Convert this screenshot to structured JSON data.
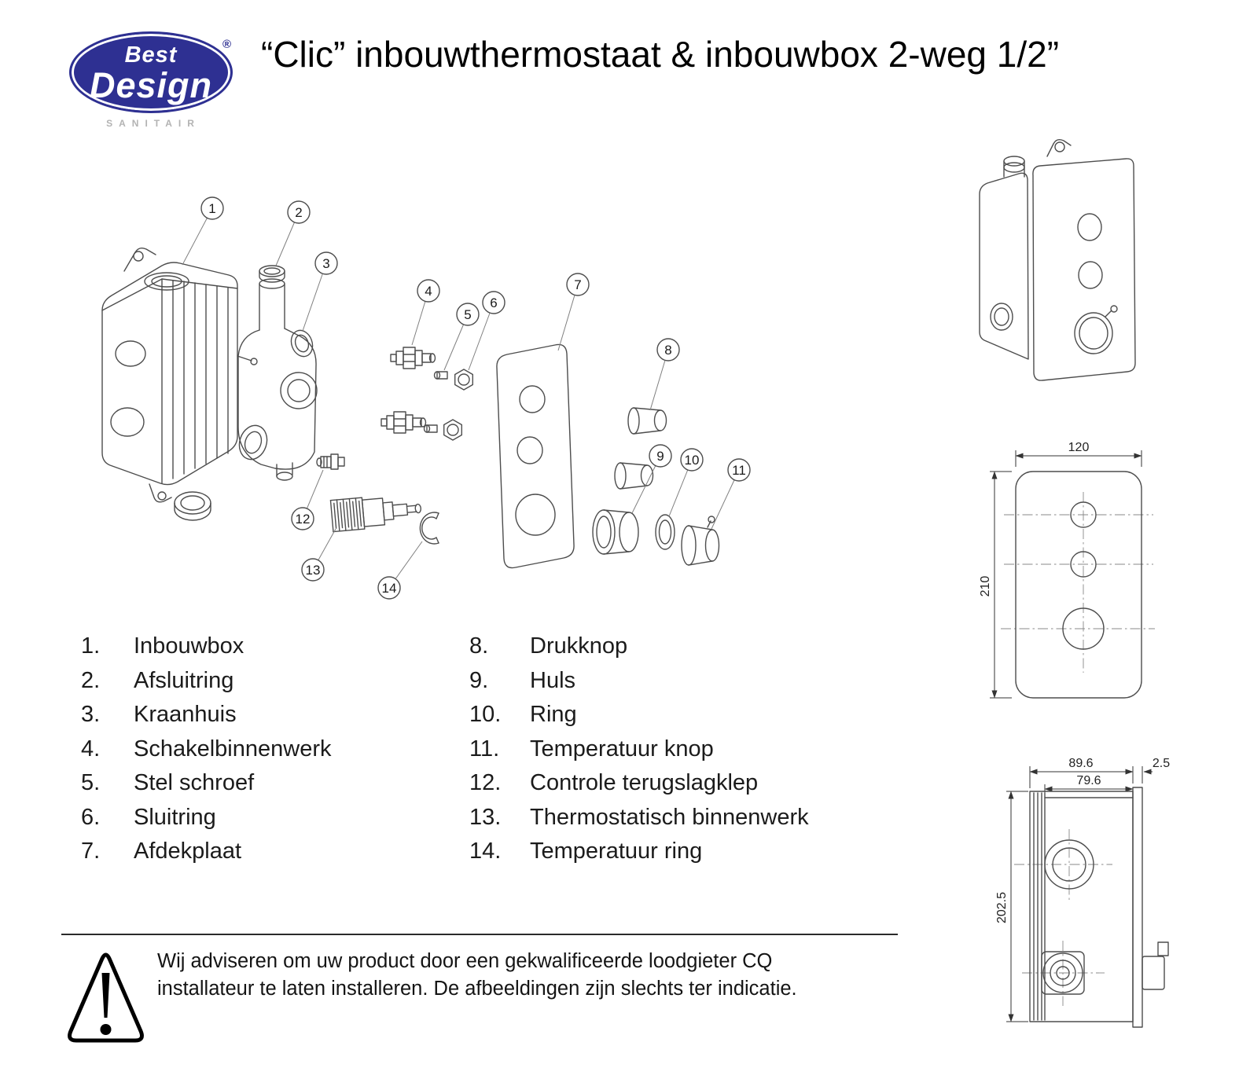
{
  "logo": {
    "brand_top": "Best",
    "brand_bottom": "Design",
    "registered": "®",
    "tagline": "SANITAIR"
  },
  "title": "“Clic” inbouwthermostaat & inbouwbox 2-weg 1/2”",
  "callouts": [
    "1",
    "2",
    "3",
    "4",
    "5",
    "6",
    "7",
    "8",
    "9",
    "10",
    "11",
    "12",
    "13",
    "14"
  ],
  "parts_list": {
    "column1": [
      {
        "num": "1.",
        "name": "Inbouwbox"
      },
      {
        "num": "2.",
        "name": "Afsluitring"
      },
      {
        "num": "3.",
        "name": "Kraanhuis"
      },
      {
        "num": "4.",
        "name": "Schakelbinnenwerk"
      },
      {
        "num": "5.",
        "name": "Stel schroef"
      },
      {
        "num": "6.",
        "name": "Sluitring"
      },
      {
        "num": "7.",
        "name": "Afdekplaat"
      }
    ],
    "column2": [
      {
        "num": "8.",
        "name": "Drukknop"
      },
      {
        "num": "9.",
        "name": "Huls"
      },
      {
        "num": "10.",
        "name": "Ring"
      },
      {
        "num": "11.",
        "name": "Temperatuur knop"
      },
      {
        "num": "12.",
        "name": "Controle terugslagklep"
      },
      {
        "num": "13.",
        "name": "Thermostatisch binnenwerk"
      },
      {
        "num": "14.",
        "name": "Temperatuur ring"
      }
    ]
  },
  "dimensions": {
    "front_width": "120",
    "front_height": "210",
    "side_total_depth": "89.6",
    "side_plate_thickness": "2.5",
    "side_box_depth": "79.6",
    "side_height": "202.5"
  },
  "warning_text": "Wij adviseren om uw product door een gekwalificeerde loodgieter CQ installateur te laten installeren. De afbeeldingen zijn slechts ter indicatie."
}
